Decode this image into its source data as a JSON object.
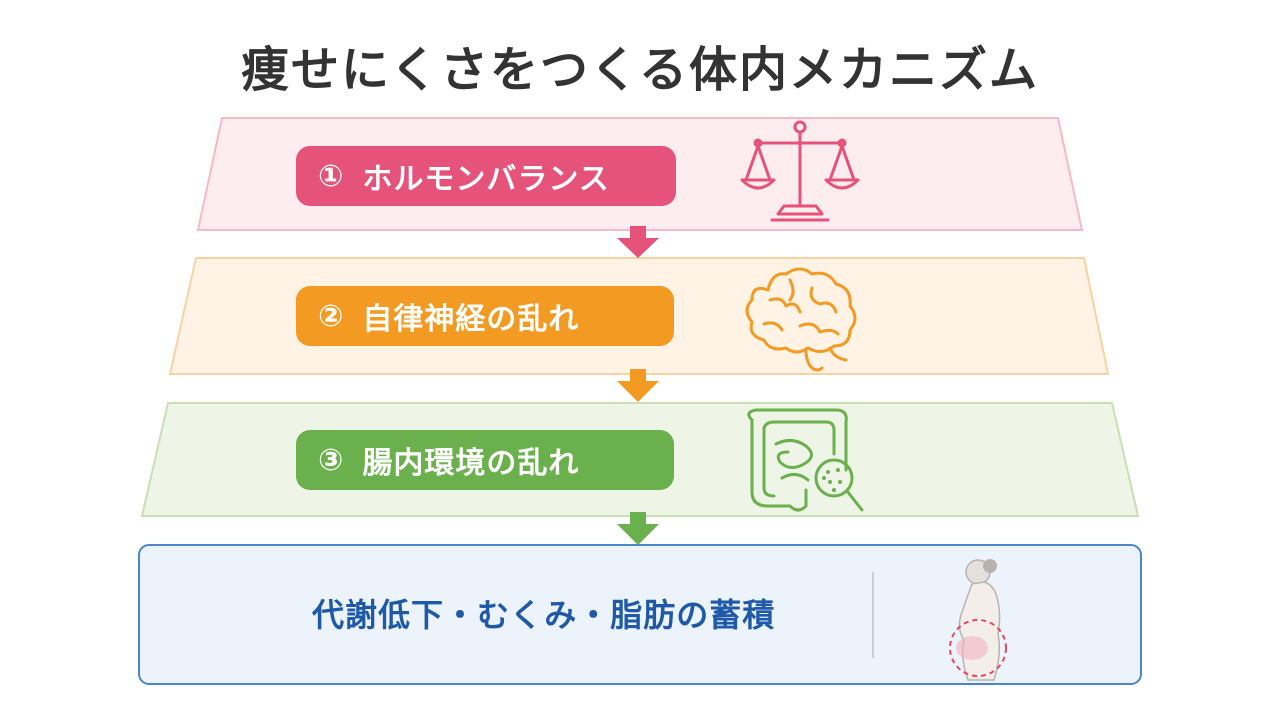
{
  "title": "痩せにくさをつくる体内メカニズム",
  "colors": {
    "step1": "#e5527a",
    "step1_bg": "#fdecf0",
    "step1_border": "#f5b9c9",
    "step2": "#f39a23",
    "step2_bg": "#fef3e4",
    "step2_border": "#f8d3a1",
    "step3": "#6ab04c",
    "step3_bg": "#eef5e6",
    "step3_border": "#c9e0b5",
    "result": "#1e5aa8",
    "result_bg": "#edf3fb",
    "result_border": "#4d86c8"
  },
  "steps": [
    {
      "number": "①",
      "label": "ホルモンバランス",
      "icon": "balance-scale-icon"
    },
    {
      "number": "②",
      "label": "自律神経の乱れ",
      "icon": "brain-icon"
    },
    {
      "number": "③",
      "label": "腸内環境の乱れ",
      "icon": "intestine-magnifier-icon"
    }
  ],
  "result": {
    "label": "代謝低下・むくみ・脂肪の蓄積",
    "icon": "woman-silhouette-belly-icon"
  }
}
